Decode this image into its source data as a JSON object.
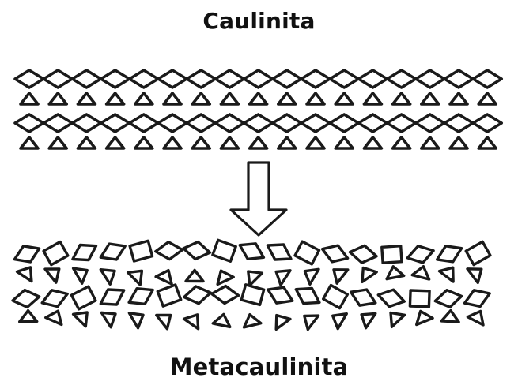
{
  "diagram": {
    "top_label": "Caulinita",
    "bottom_label": "Metacaulinita",
    "arrow_direction": "down",
    "stroke_color": "#1a1a1a",
    "background_color": "#ffffff",
    "shapes": {
      "top_structure": "ordered rows of diamonds and triangles",
      "bottom_structure": "disordered rotated diamonds, squares and triangles"
    }
  }
}
